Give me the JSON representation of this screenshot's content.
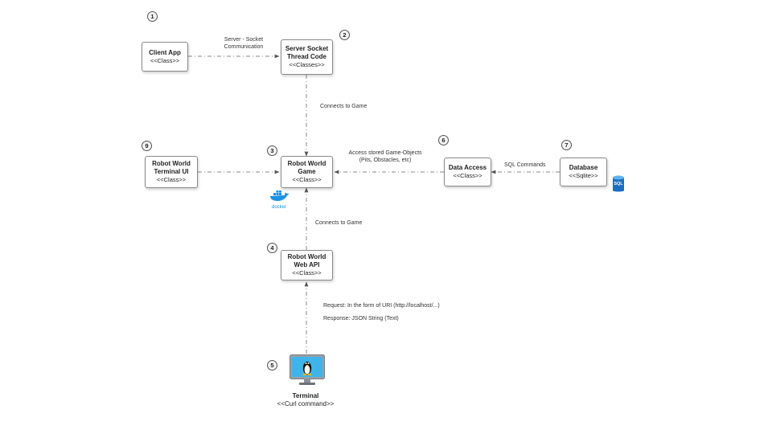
{
  "nodes": {
    "client_app": {
      "title": "Client App",
      "stereotype": "<<Class>>"
    },
    "server_socket": {
      "title_lines": [
        "Server Socket",
        "Thread Code"
      ],
      "stereotype": "<<Classes>>"
    },
    "robot_world_game": {
      "title_lines": [
        "Robot World",
        "Game"
      ],
      "stereotype": "<<Class>>"
    },
    "terminal_ui": {
      "title_lines": [
        "Robot World",
        "Terminal UI"
      ],
      "stereotype": "<<Class>>"
    },
    "data_access": {
      "title": "Data Access",
      "stereotype": "<<Class>>"
    },
    "database": {
      "title": "Database",
      "stereotype": "<<Sqlite>>"
    },
    "web_api": {
      "title_lines": [
        "Robot World",
        "Web API"
      ],
      "stereotype": "<<Class>>"
    },
    "terminal": {
      "title": "Terminal",
      "stereotype": "<<Curl command>>"
    }
  },
  "badges": [
    "1",
    "2",
    "3",
    "4",
    "5",
    "6",
    "7",
    "9"
  ],
  "edge_labels": {
    "client_server": [
      "Server - Socket",
      "Communication"
    ],
    "server_game": "Connects to Game",
    "game_dataaccess": [
      "Access stored Game-Objects",
      "(Pits, Obstacles, etc)"
    ],
    "dataaccess_db": "SQL Commands",
    "api_game": "Connects to Game",
    "request": "Request: In the form of URI (http://localhost/...)",
    "response": "Response: JSON String (Text)"
  },
  "icons": {
    "docker": "docker-icon",
    "docker_text": "docker",
    "sql": "sql-database-icon",
    "sql_text": "SQL",
    "terminal": "linux-terminal-icon"
  },
  "colors": {
    "edge": "#8a8a8a",
    "docker": "#1d91e6",
    "sql": "#1a6fc2",
    "monitor_screen": "#3fb4ea"
  }
}
